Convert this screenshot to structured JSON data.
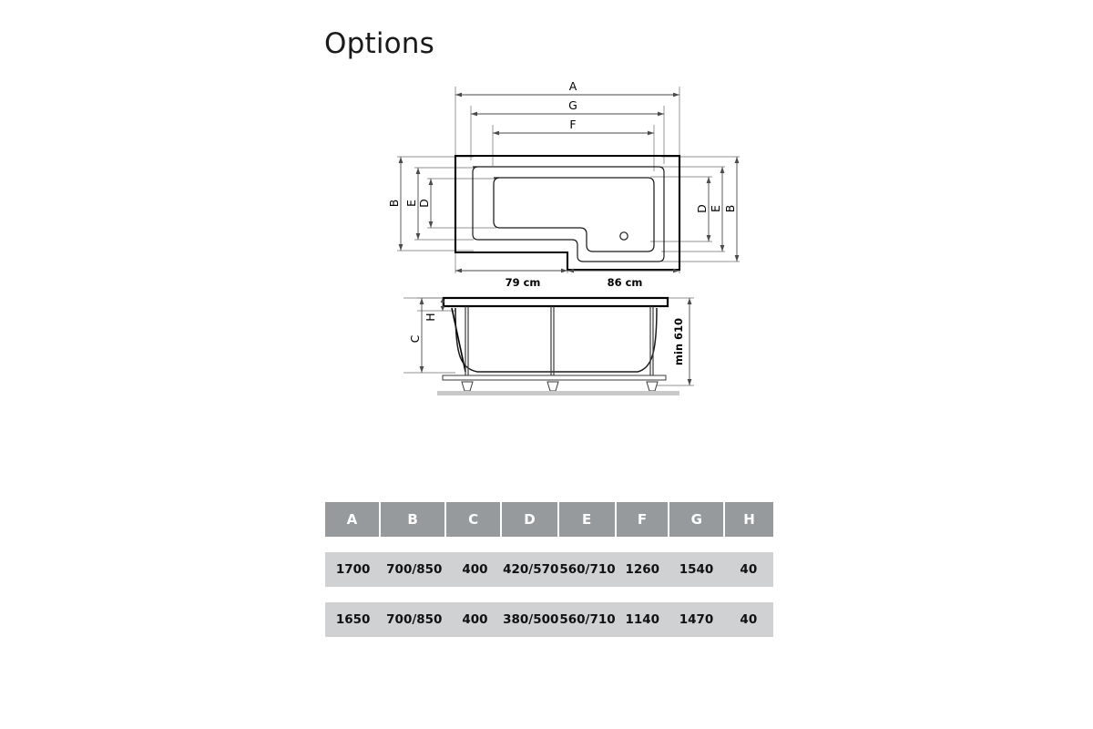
{
  "page": {
    "title": "Options",
    "background_color": "#ffffff"
  },
  "drawing": {
    "type": "technical-drawing",
    "subject": "L-shaped shower bath",
    "plan_view": {
      "name": "plan-view",
      "dimension_labels_top": [
        "A",
        "G",
        "F"
      ],
      "dimension_labels_left": [
        "B",
        "E",
        "D"
      ],
      "dimension_labels_right": [
        "D",
        "E",
        "B"
      ],
      "bottom_dimensions": [
        {
          "label": "79 cm"
        },
        {
          "label": "86 cm"
        }
      ],
      "features": [
        "drain-hole",
        "stepped-l-shaped-outline"
      ]
    },
    "elevation_view": {
      "name": "elevation-view",
      "dimension_labels_left": [
        "C",
        "H"
      ],
      "dimension_labels_right": [
        "min 610"
      ],
      "features": [
        "bath-rim",
        "support-frame",
        "adjustable-feet",
        "floor-line"
      ]
    }
  },
  "table": {
    "name": "dimensions-table",
    "headers": [
      "A",
      "B",
      "C",
      "D",
      "E",
      "F",
      "G",
      "H"
    ],
    "header_bg": "#969a9c",
    "header_color": "#ffffff",
    "row_bg": "#cfd1d2",
    "rows": [
      {
        "A": "1700",
        "B": "700/850",
        "C": "400",
        "D": "420/570",
        "E": "560/710",
        "F": "1260",
        "G": "1540",
        "H": "40"
      },
      {
        "A": "1650",
        "B": "700/850",
        "C": "400",
        "D": "380/500",
        "E": "560/710",
        "F": "1140",
        "G": "1470",
        "H": "40"
      }
    ]
  },
  "chart_data": {
    "type": "table",
    "title": "Options",
    "categories": [
      "A",
      "B",
      "C",
      "D",
      "E",
      "F",
      "G",
      "H"
    ],
    "series": [
      {
        "name": "variant-1700",
        "values": [
          "1700",
          "700/850",
          "400",
          "420/570",
          "560/710",
          "1260",
          "1540",
          "40"
        ]
      },
      {
        "name": "variant-1650",
        "values": [
          "1650",
          "700/850",
          "400",
          "380/500",
          "560/710",
          "1140",
          "1470",
          "40"
        ]
      }
    ],
    "annotations": [
      "79 cm",
      "86 cm",
      "min 610"
    ]
  }
}
